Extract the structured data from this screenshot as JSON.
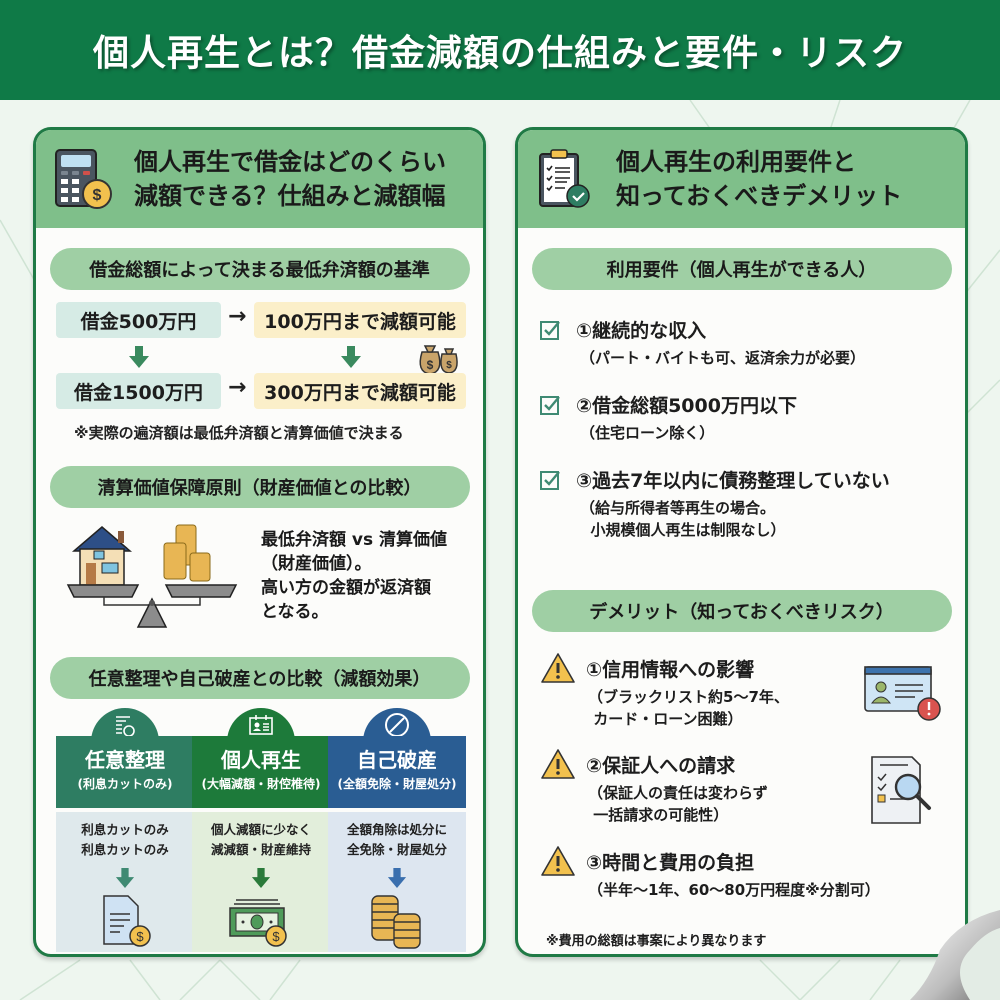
{
  "header": {
    "title": "個人再生とは？借金減額の仕組みと要件・リスク"
  },
  "colors": {
    "header_green": "#0f7a47",
    "panel_border": "#1f7a45",
    "panel_head": "#7fbf8a",
    "pill": "#9fcfa4",
    "teal_box": "#d6ebe5",
    "cream_box": "#fbefc9",
    "col_voluntary": "#2e7d62",
    "col_rehab": "#1d7a3a",
    "col_bankruptcy": "#2a5d93",
    "warning_yellow": "#f2c14e"
  },
  "left_panel": {
    "title_line1": "個人再生で借金はどのくらい",
    "title_line2": "減額できる？仕組みと減額幅",
    "icon": "calculator-coin-icon",
    "section1": {
      "heading": "借金総額によって決まる最低弁済額の基準",
      "rows": [
        {
          "debt": "借金500万円",
          "arrow": "→",
          "result": "100万円まで減額可能"
        },
        {
          "debt": "借金1500万円",
          "arrow": "→",
          "result": "300万円まで減額可能"
        }
      ],
      "note": "※実際の遍済額は最低弁済額と清算価値で決まる",
      "icon": "money-bags-icon"
    },
    "section2": {
      "heading": "清算価値保障原則（財産価値との比較）",
      "text_lines": [
        "最低弁済額 vs 清算価値",
        "（財産価値）。",
        "高い方の金額が返済額",
        "となる。"
      ],
      "icon": "house-vs-coins-scale-icon"
    },
    "section3": {
      "heading": "任意整理や自己破産との比較（減額効果）",
      "columns": [
        {
          "title": "任意整理",
          "subtitle": "(利息カットのみ)",
          "desc_line1": "利息カットのみ",
          "desc_line2": "利息カットのみ",
          "top_icon": "document-coin-icon",
          "bottom_icon": "invoice-coin-icon"
        },
        {
          "title": "個人再生",
          "subtitle": "(大幅減額・財倥椎待)",
          "desc_line1": "個人減額に少なく",
          "desc_line2": "減減額・財産維持",
          "top_icon": "id-card-icon",
          "bottom_icon": "banknote-coin-icon"
        },
        {
          "title": "自己破産",
          "subtitle": "(全額免除・財屋処分)",
          "desc_line1": "全額角除は処分に",
          "desc_line2": "全免除・財屋処分",
          "top_icon": "prohibited-icon",
          "bottom_icon": "coin-stacks-icon"
        }
      ]
    }
  },
  "right_panel": {
    "title_line1": "個人再生の利用要件と",
    "title_line2": "知っておくべきデメリット",
    "icon": "clipboard-check-icon",
    "requirements": {
      "heading": "利用要件（個人再生ができる人）",
      "items": [
        {
          "title": "①継続的な収入",
          "detail": [
            "（パート・バイトも可、返済余力が必要）"
          ]
        },
        {
          "title": "②借金総額5000万円以下",
          "detail": [
            "（住宅ローン除く）"
          ]
        },
        {
          "title": "③過去7年以内に債務整理していない",
          "detail": [
            "（給与所得者等再生の場合。",
            "  小規模個人再生は制限なし）"
          ]
        }
      ]
    },
    "risks": {
      "heading": "デメリット（知っておくべきリスク）",
      "items": [
        {
          "title": "①信用情報への影響",
          "detail": [
            "（ブラックリスト約5～7年、",
            " カード・ローン困難）"
          ],
          "icon": "id-card-alert-icon"
        },
        {
          "title": "②保証人への請求",
          "detail": [
            "（保証人の責任は変わらず",
            " 一括請求の可能性）"
          ],
          "icon": "checklist-magnifier-icon"
        },
        {
          "title": "③時間と費用の負担",
          "detail": [
            "（半年～1年、60～80万円程度※分割可）"
          ],
          "icon": ""
        }
      ],
      "footnote": "※費用の総額は事案により異なります"
    }
  }
}
